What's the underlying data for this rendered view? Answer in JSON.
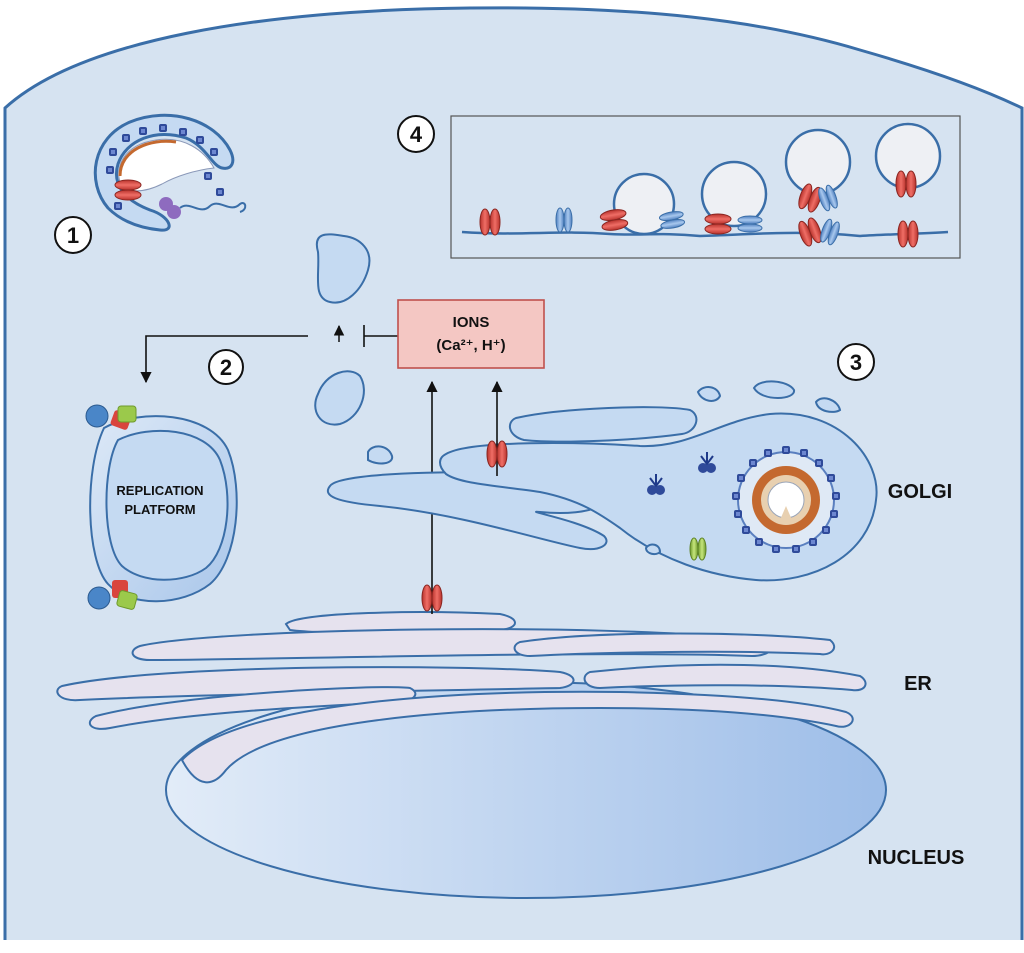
{
  "labels": {
    "golgi": "GOLGI",
    "er": "ER",
    "nucleus": "NUCLEUS",
    "replication_line1": "REPLICATION",
    "replication_line2": "PLATFORM",
    "ions_line1": "IONS",
    "ions_line2": "(Ca²⁺, H⁺)"
  },
  "steps": {
    "one": "1",
    "two": "2",
    "three": "3",
    "four": "4"
  },
  "colors": {
    "cell_fill": "#d6e3f1",
    "membrane": "#3a6ea8",
    "organelle_fill": "#c5daf2",
    "er_fill": "#e6e2ee",
    "nucleus_fill": "#b5cdef",
    "ions_box_fill": "#f4c7c3",
    "ions_box_stroke": "#c0504d",
    "channel_red": "#d9453e",
    "channel_blue": "#7aa6d8",
    "protein_green": "#9bc94b",
    "protein_blue": "#4a86c8",
    "protein_purple": "#8e6bbf",
    "spike_navy": "#2f4a9a",
    "core_orange": "#c4692f"
  }
}
